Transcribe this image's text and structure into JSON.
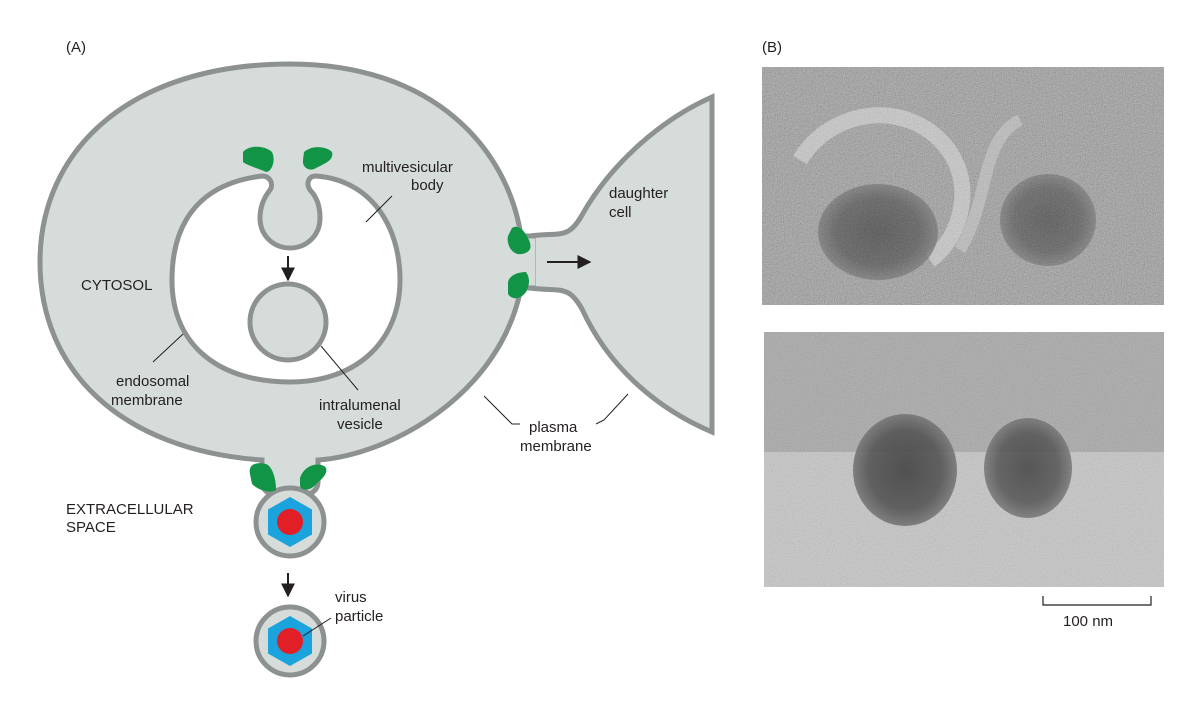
{
  "panel_a": {
    "label": "(A)",
    "cytosol": "CYTOSOL",
    "extracellular": [
      "EXTRACELLULAR",
      "SPACE"
    ],
    "multivesicular_body": [
      "multivesicular",
      "body"
    ],
    "daughter_cell": [
      "daughter",
      "cell"
    ],
    "endosomal_membrane": [
      "endosomal",
      "membrane"
    ],
    "intralumenal_vesicle": [
      "intralumenal",
      "vesicle"
    ],
    "plasma_membrane": [
      "plasma",
      "membrane"
    ],
    "virus_particle": [
      "virus",
      "particle"
    ]
  },
  "panel_b": {
    "label": "(B)",
    "scale_bar": "100 nm"
  },
  "colors": {
    "cytosol_fill": "#d5dcda",
    "membrane": "#8e9191",
    "escrt_protein": "#129447",
    "capsid": "#1aa3dc",
    "genome": "#e21e26"
  }
}
